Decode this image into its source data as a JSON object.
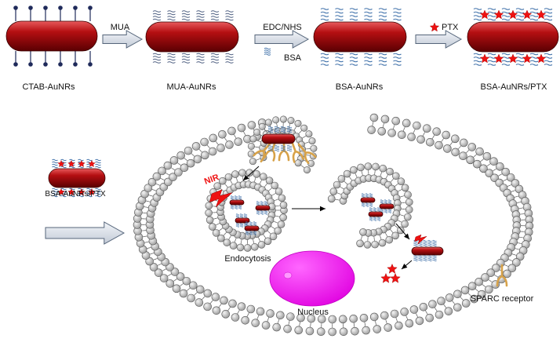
{
  "top_row": {
    "stages": [
      {
        "label": "CTAB-AuNRs"
      },
      {
        "label": "MUA-AuNRs"
      },
      {
        "label": "BSA-AuNRs"
      },
      {
        "label": "BSA-AuNRs/PTX"
      }
    ],
    "arrows": [
      {
        "label": "MUA"
      },
      {
        "label": "EDC/NHS",
        "sub_label": "BSA"
      },
      {
        "label": "PTX"
      }
    ]
  },
  "cell": {
    "input_label": "BSA-AuNRs/PTX",
    "nir_label": "NIR",
    "endocytosis_label": "Endocytosis",
    "nucleus_label": "Nucleus",
    "legend_label": "SPARC receptor"
  },
  "colors": {
    "nanorod": "#b50f12",
    "nanorod_dark": "#5a0002",
    "nanorod_highlight": "#e85a5c",
    "bsa_protein": "#3c6ea8",
    "ctab_ligand": "#1f2a5a",
    "lipid_head": "#c4c4c4",
    "nucleus": "#ee11ee",
    "ptx_star": "#ee1111",
    "receptor": "#d7a249",
    "arrow_fill": "#d8dee8"
  },
  "icons": [
    "ptx-star-icon",
    "nir-lightning-icon",
    "sparc-receptor-icon",
    "bsa-coil-icon"
  ]
}
